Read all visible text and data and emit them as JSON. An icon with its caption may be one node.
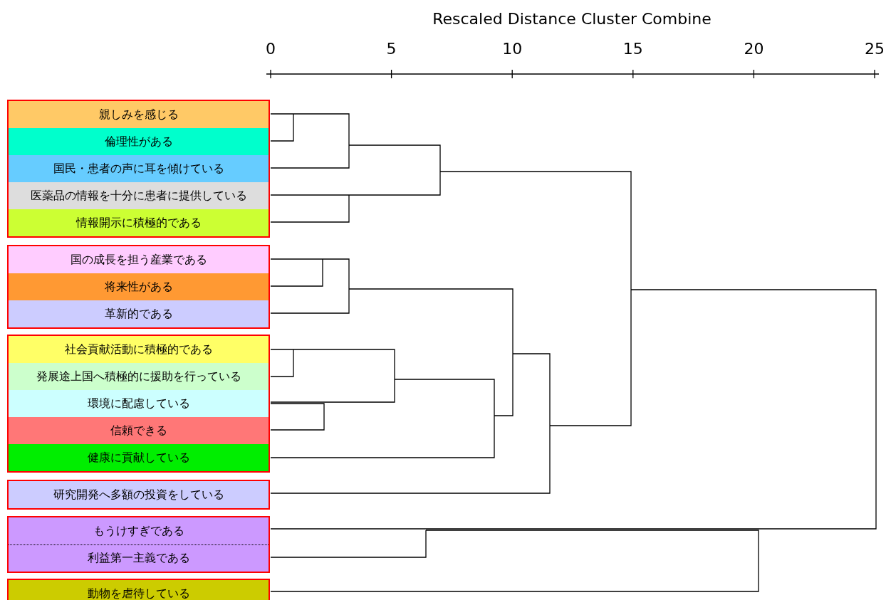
{
  "diagram": {
    "title": "Rescaled Distance Cluster Combine",
    "nodes": [
      {
        "text": [],
        "shape": "box"
      },
      {
        "text": [
          "親しみを感じる"
        ],
        "in": 0
      },
      {
        "text": [
          "倫理性がある"
        ],
        "in": 0
      },
      {
        "text": [
          "国民・患者の声に耳を傾けている"
        ],
        "in": 0
      },
      {
        "text": [
          "医薬品の情報を十分に患者に提供している"
        ],
        "in": 0
      },
      {
        "text": [
          "情報開示に積極的である"
        ],
        "in": 0
      },
      {
        "text": [],
        "shape": "box"
      },
      {
        "text": [
          "国の成長を担う産業である"
        ],
        "in": 6
      },
      {
        "text": [
          "将来性がある"
        ],
        "in": 6
      },
      {
        "text": [
          "革新的である"
        ],
        "in": 6
      },
      {
        "text": [],
        "shape": "box"
      },
      {
        "text": [
          "社会貢献活動に積極的である"
        ],
        "in": 10
      },
      {
        "text": [
          "発展途上国へ積極的に援助を行っている"
        ],
        "in": 10
      },
      {
        "text": [
          "環境に配慮している"
        ],
        "in": 10
      },
      {
        "text": [
          "信頼できる"
        ],
        "in": 10
      },
      {
        "text": [
          "健康に貢献している"
        ],
        "in": 10
      },
      {
        "text": [],
        "shape": "box"
      },
      {
        "text": [
          "研究開発へ多額の投資をしている"
        ],
        "in": 16
      },
      {
        "text": [],
        "shape": "box"
      },
      {
        "text": [
          "もうけすぎである"
        ],
        "in": 18
      },
      {
        "text": [
          "利益第一主義である"
        ],
        "in": 18
      },
      {
        "text": [],
        "shape": "box"
      },
      {
        "text": [
          "動物を虐待している"
        ],
        "in": 21
      }
    ],
    "labels": [
      "0",
      "5",
      "10",
      "15",
      "20",
      "25"
    ]
  }
}
